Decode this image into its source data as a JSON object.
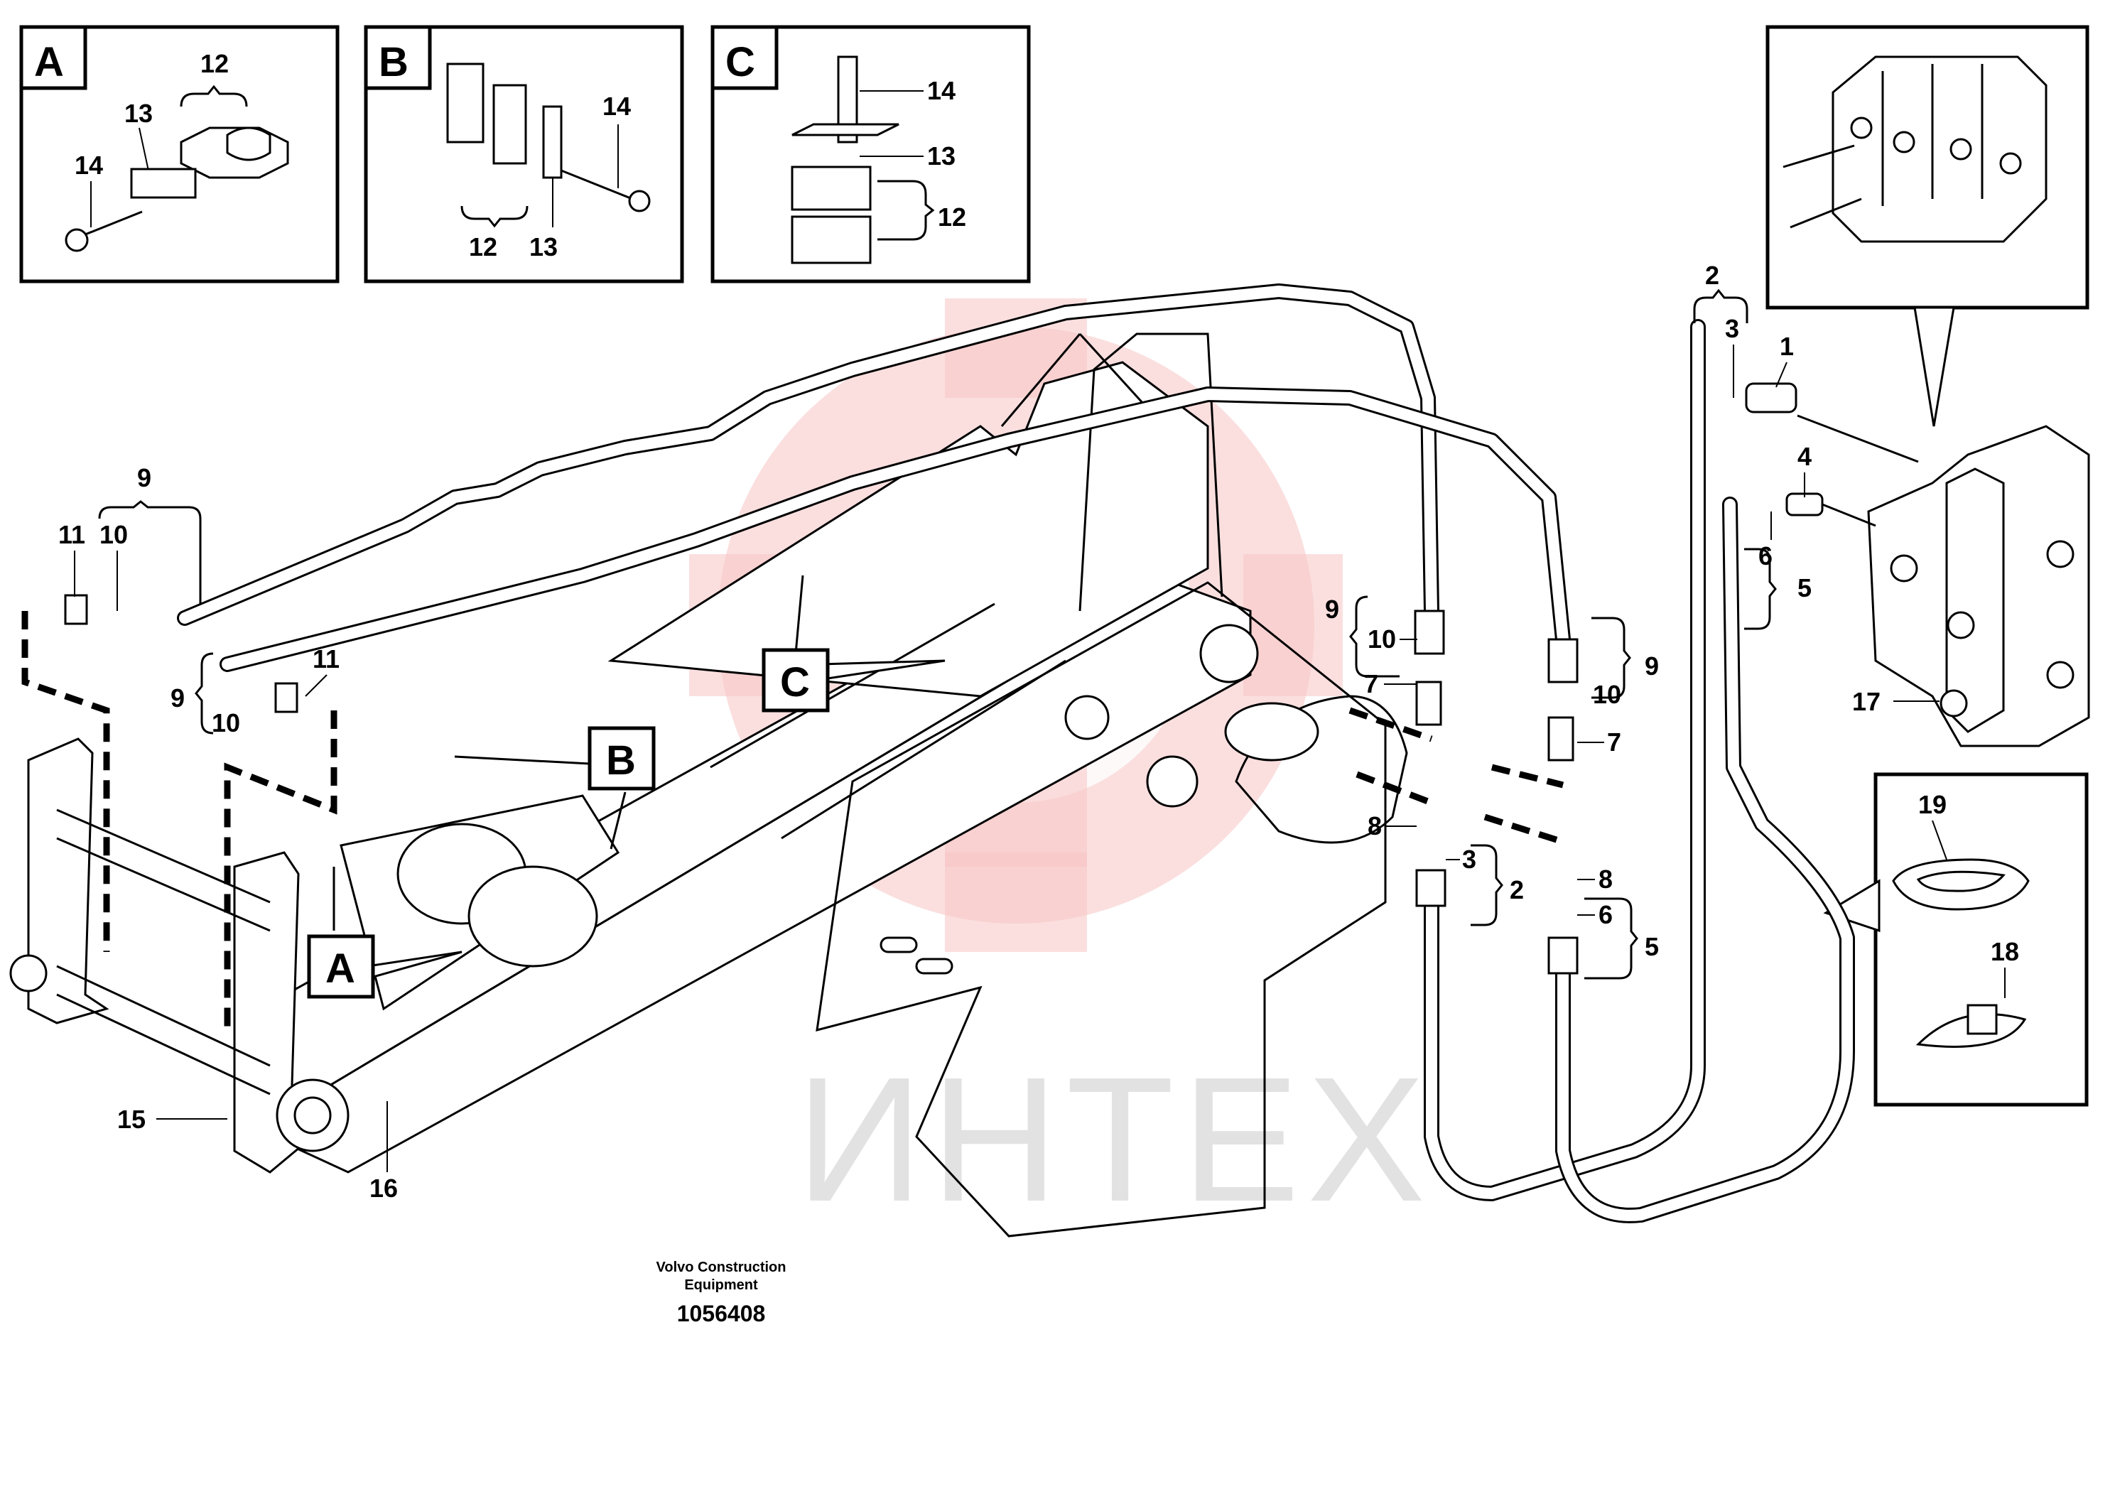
{
  "detail_views": {
    "a": {
      "letter": "A",
      "labels": [
        "12",
        "13",
        "14"
      ]
    },
    "b": {
      "letter": "B",
      "labels": [
        "12",
        "13",
        "14"
      ]
    },
    "c": {
      "letter": "C",
      "labels": [
        "14",
        "13",
        "12"
      ]
    }
  },
  "callout_letters": {
    "a": "A",
    "b": "B",
    "c": "C"
  },
  "part_labels": {
    "p1": "1",
    "p2": "2",
    "p3": "3",
    "p4": "4",
    "p5": "5",
    "p6": "6",
    "p7": "7",
    "p8": "8",
    "p9": "9",
    "p10": "10",
    "p11": "11",
    "p12": "12",
    "p13": "13",
    "p14": "14",
    "p15": "15",
    "p16": "16",
    "p17": "17",
    "p18": "18",
    "p19": "19"
  },
  "footer": {
    "company_line1": "Volvo Construction",
    "company_line2": "Equipment",
    "drawing_number": "1056408"
  },
  "watermark": {
    "text": "ИНТЕХ",
    "color": "#f2a0a0"
  }
}
